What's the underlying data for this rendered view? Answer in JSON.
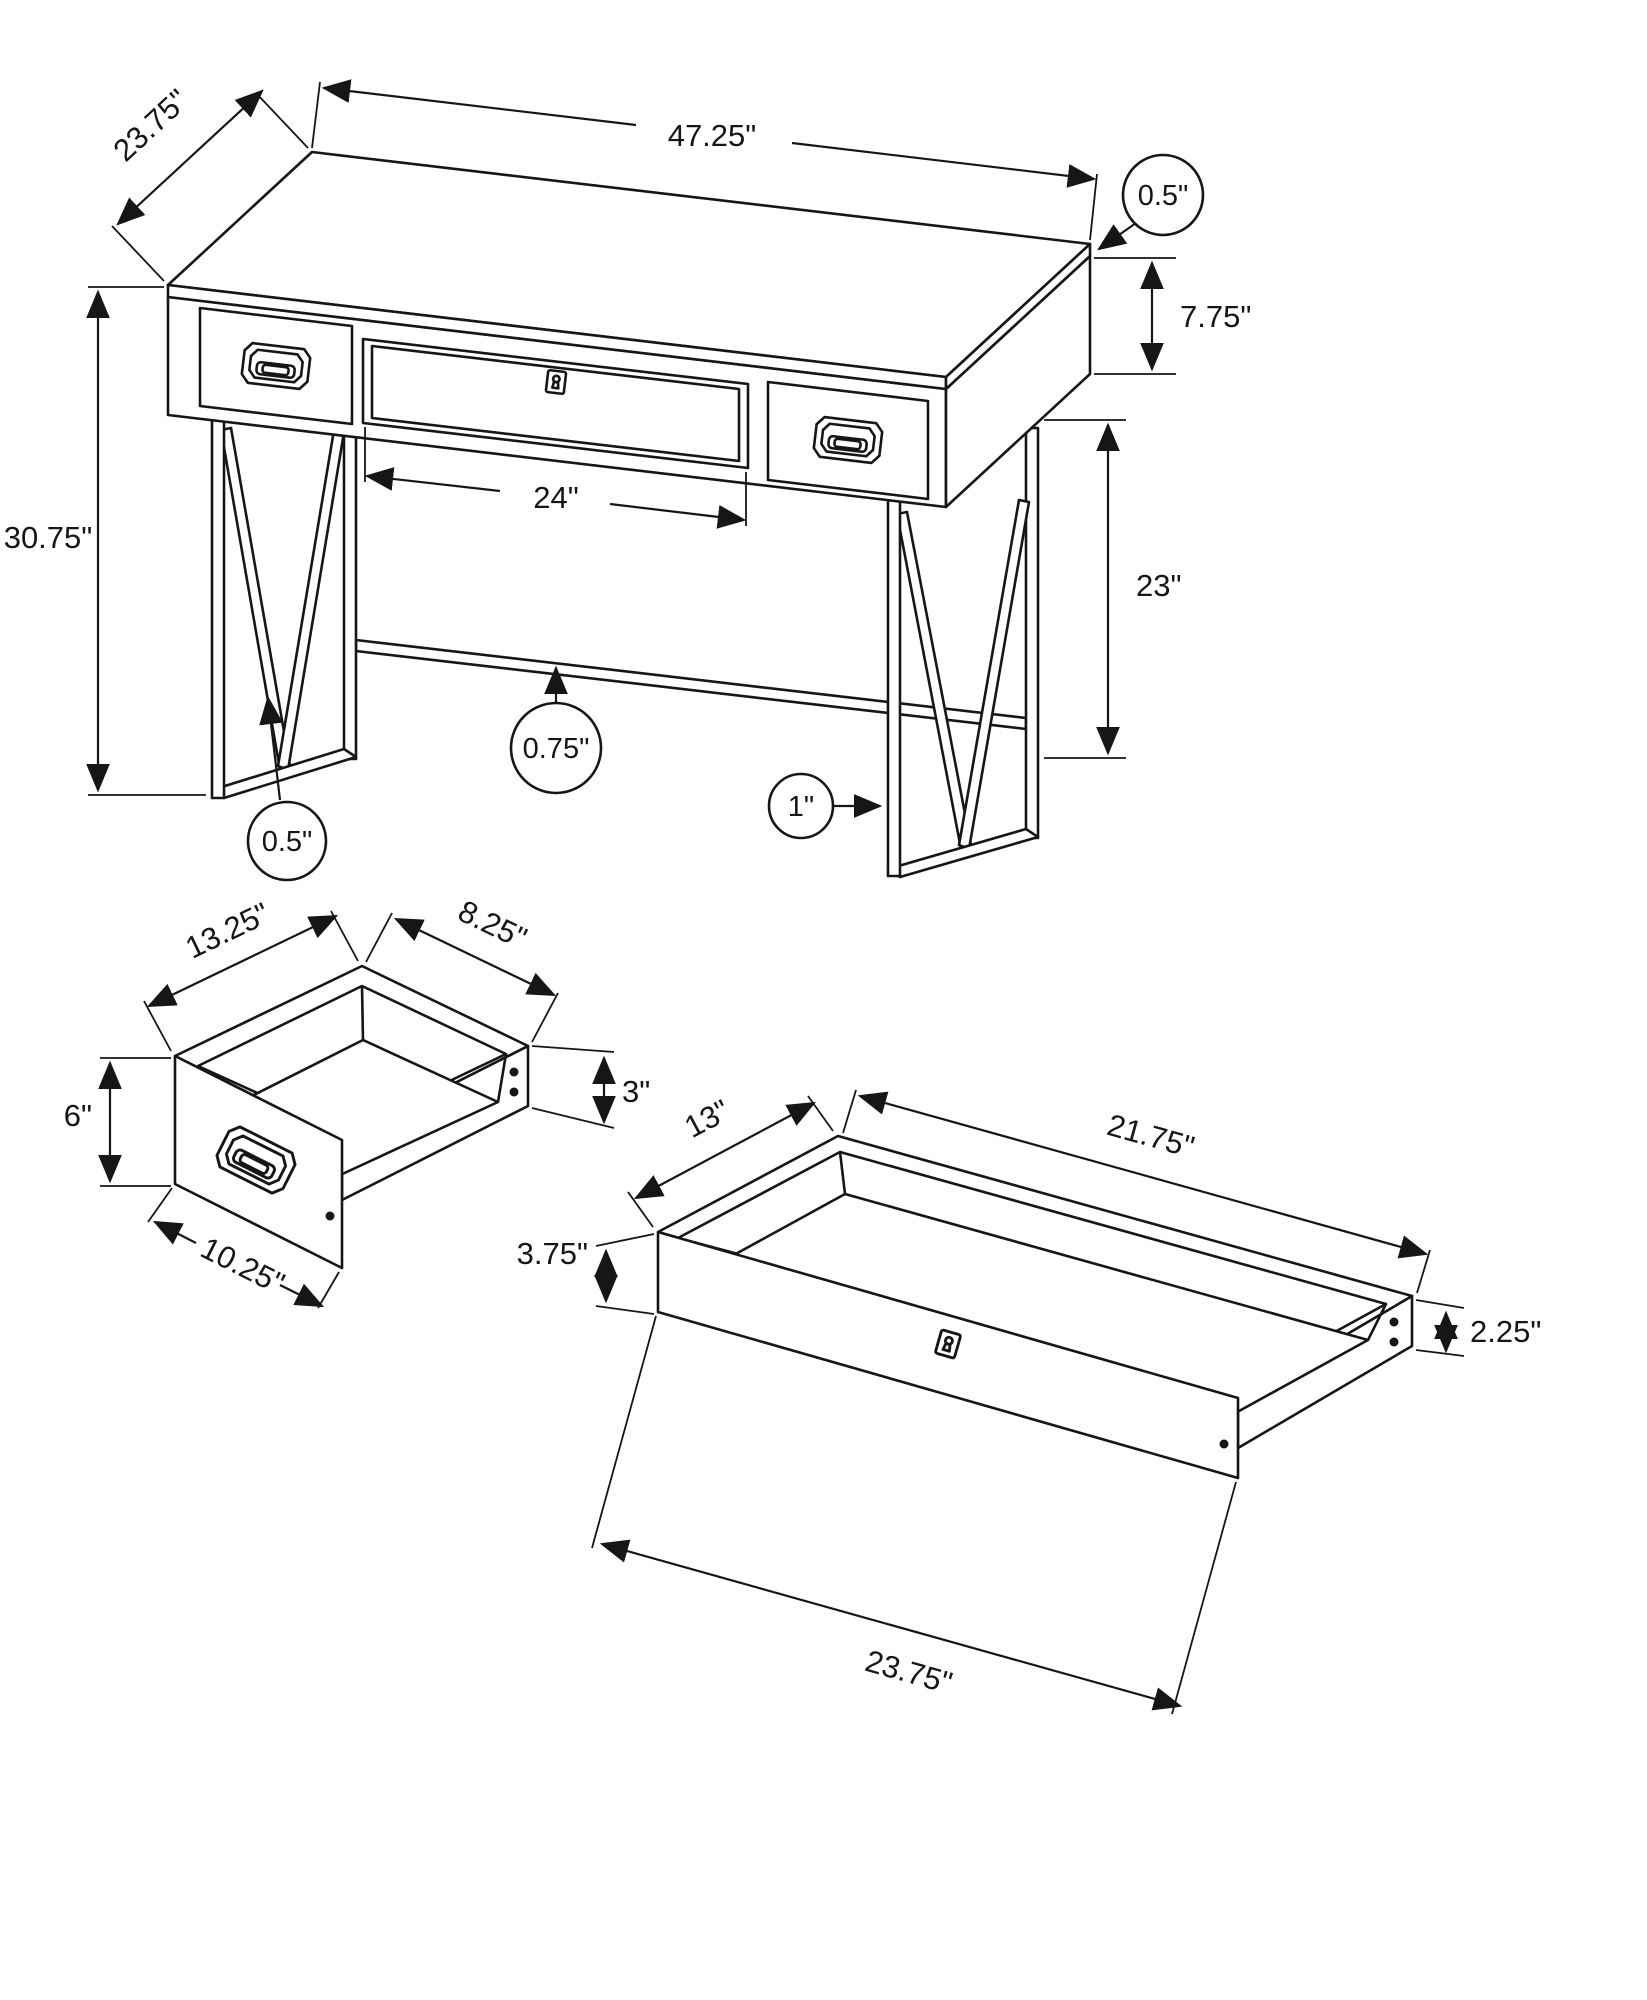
{
  "page": {
    "background": "#ffffff",
    "line_color": "#161616"
  },
  "desk": {
    "top_width": "47.25\"",
    "top_depth": "23.75\"",
    "top_thickness": "0.5\"",
    "apron_height": "7.75\"",
    "overall_height": "30.75\"",
    "center_drawer_width": "24\"",
    "leg_clearance_height": "23\"",
    "stretcher_thickness": "0.75\"",
    "leg_frame_width": "1\"",
    "brace_thickness": "0.5\""
  },
  "small_drawer": {
    "inner_width": "13.25\"",
    "inner_depth": "8.25\"",
    "front_height": "6\"",
    "side_height": "3\"",
    "bottom_width": "10.25\""
  },
  "large_drawer": {
    "side_depth": "13\"",
    "back_width": "21.75\"",
    "front_height": "3.75\"",
    "side_height": "2.25\"",
    "bottom_width": "23.75\""
  }
}
